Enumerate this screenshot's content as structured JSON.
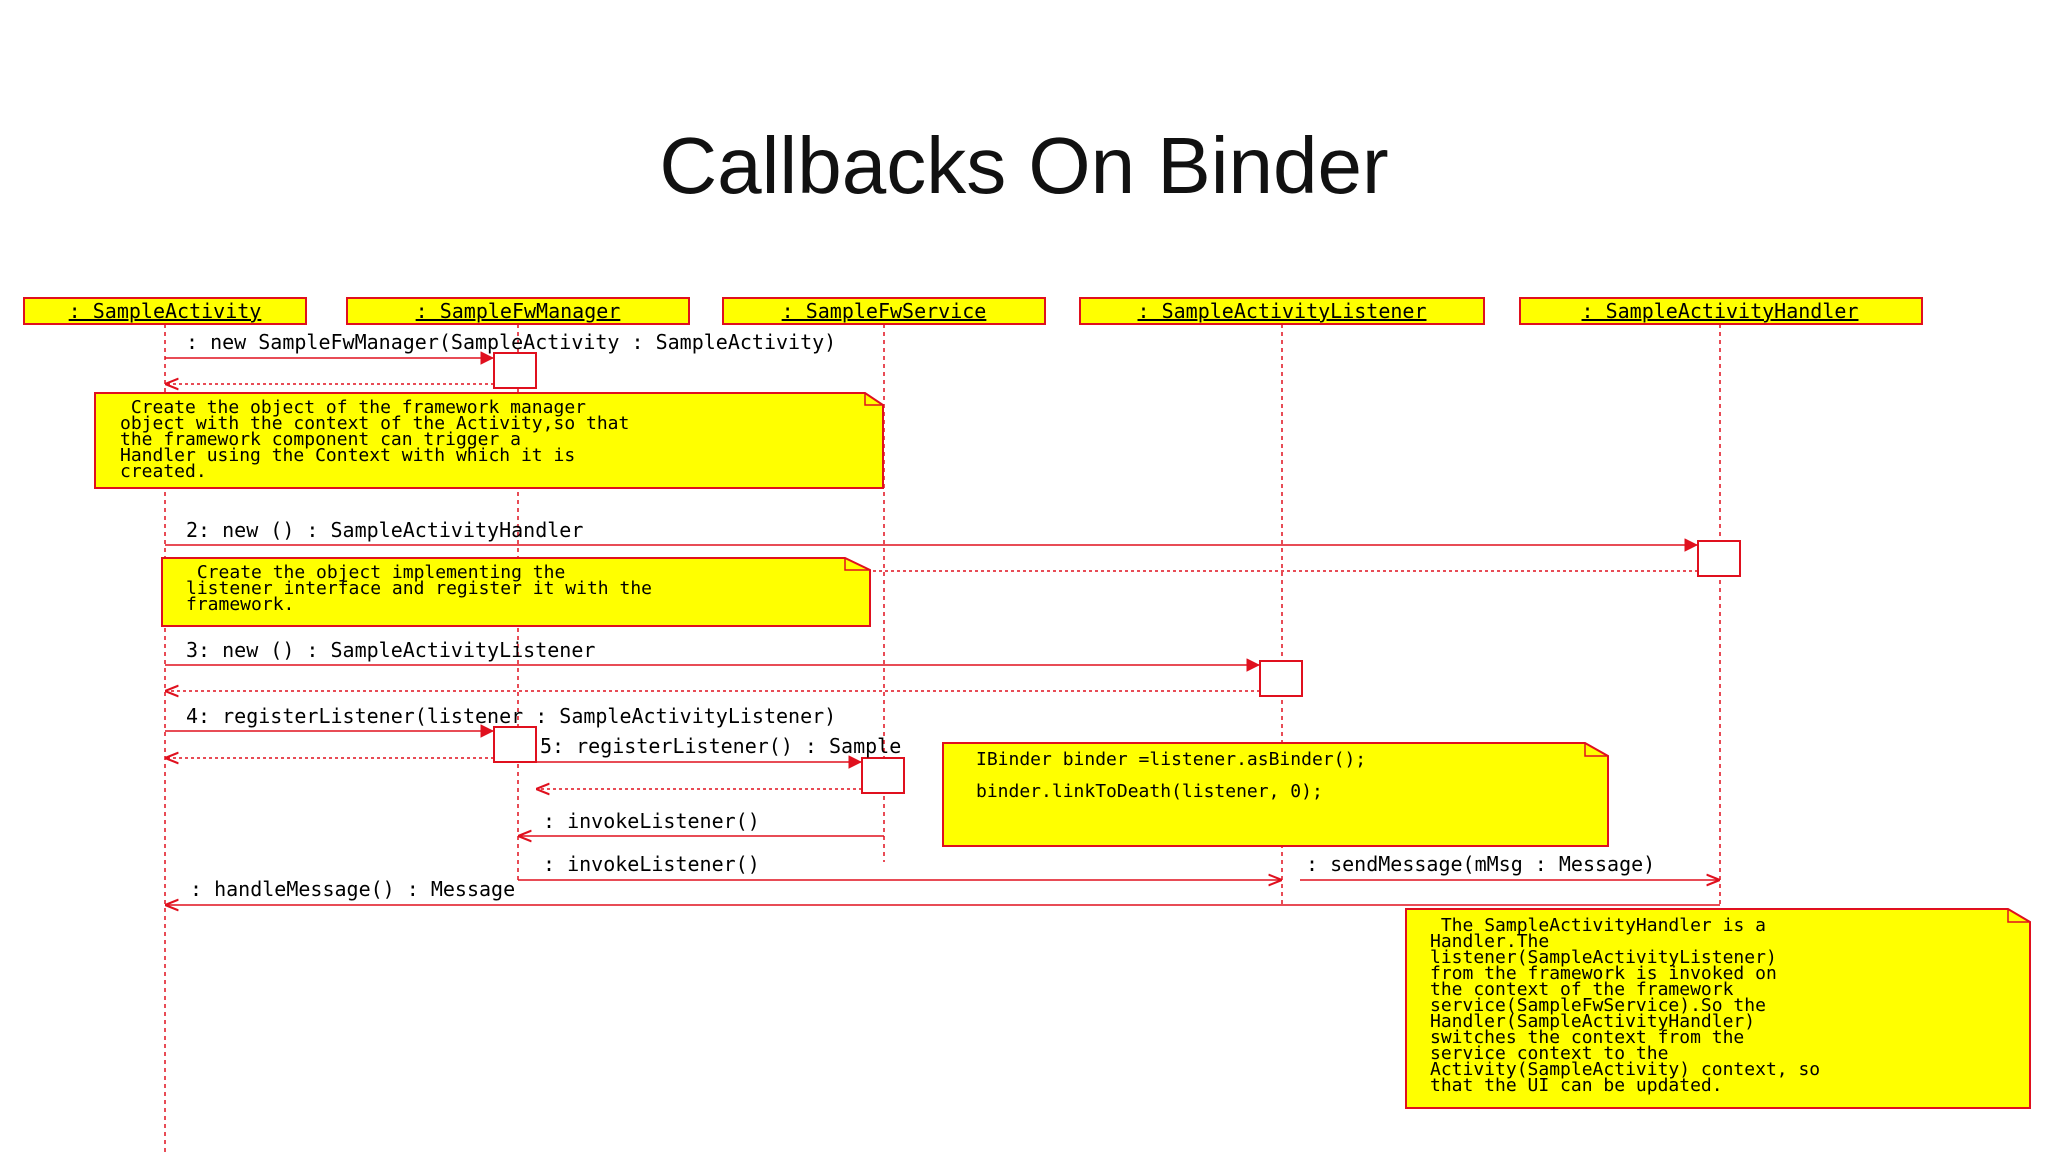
{
  "slide": {
    "title": "Callbacks On Binder"
  },
  "diagram": {
    "lifelines": [
      {
        "id": "activity",
        "label": ": SampleActivity"
      },
      {
        "id": "manager",
        "label": ": SampleFwManager"
      },
      {
        "id": "service",
        "label": ": SampleFwService"
      },
      {
        "id": "listener",
        "label": ": SampleActivityListener"
      },
      {
        "id": "handler",
        "label": ": SampleActivityHandler"
      }
    ],
    "messages": [
      {
        "label": ": new SampleFwManager(SampleActivity : SampleActivity)"
      },
      {
        "label": "2: new () : SampleActivityHandler"
      },
      {
        "label": "3: new () : SampleActivityListener"
      },
      {
        "label": "4: registerListener(listener : SampleActivityListener)"
      },
      {
        "label": "5: registerListener() : Sample"
      },
      {
        "label": ": invokeListener()"
      },
      {
        "label": ": invokeListener()"
      },
      {
        "label": ": sendMessage(mMsg : Message)"
      },
      {
        "label": ": handleMessage() : Message"
      }
    ],
    "notes": [
      {
        "text": " Create the object of the framework manager\nobject with the context of the Activity,so that\nthe framework component can trigger a\nHandler using the Context with which it is\ncreated."
      },
      {
        "text": " Create the object implementing the\nlistener interface and register it with the\nframework."
      },
      {
        "text": "IBinder binder =listener.asBinder();\n\nbinder.linkToDeath(listener, 0);"
      },
      {
        "text": " The SampleActivityHandler is a\nHandler.The\nlistener(SampleActivityListener)\nfrom the framework is invoked on\nthe context of the framework\nservice(SampleFwService).So the\nHandler(SampleActivityHandler)\nswitches the context from the\nservice context to the\nActivity(SampleActivity) context, so\nthat the UI can be updated."
      }
    ],
    "colors": {
      "line": "#e0101e",
      "box": "#ffff00",
      "text": "#000000"
    }
  }
}
